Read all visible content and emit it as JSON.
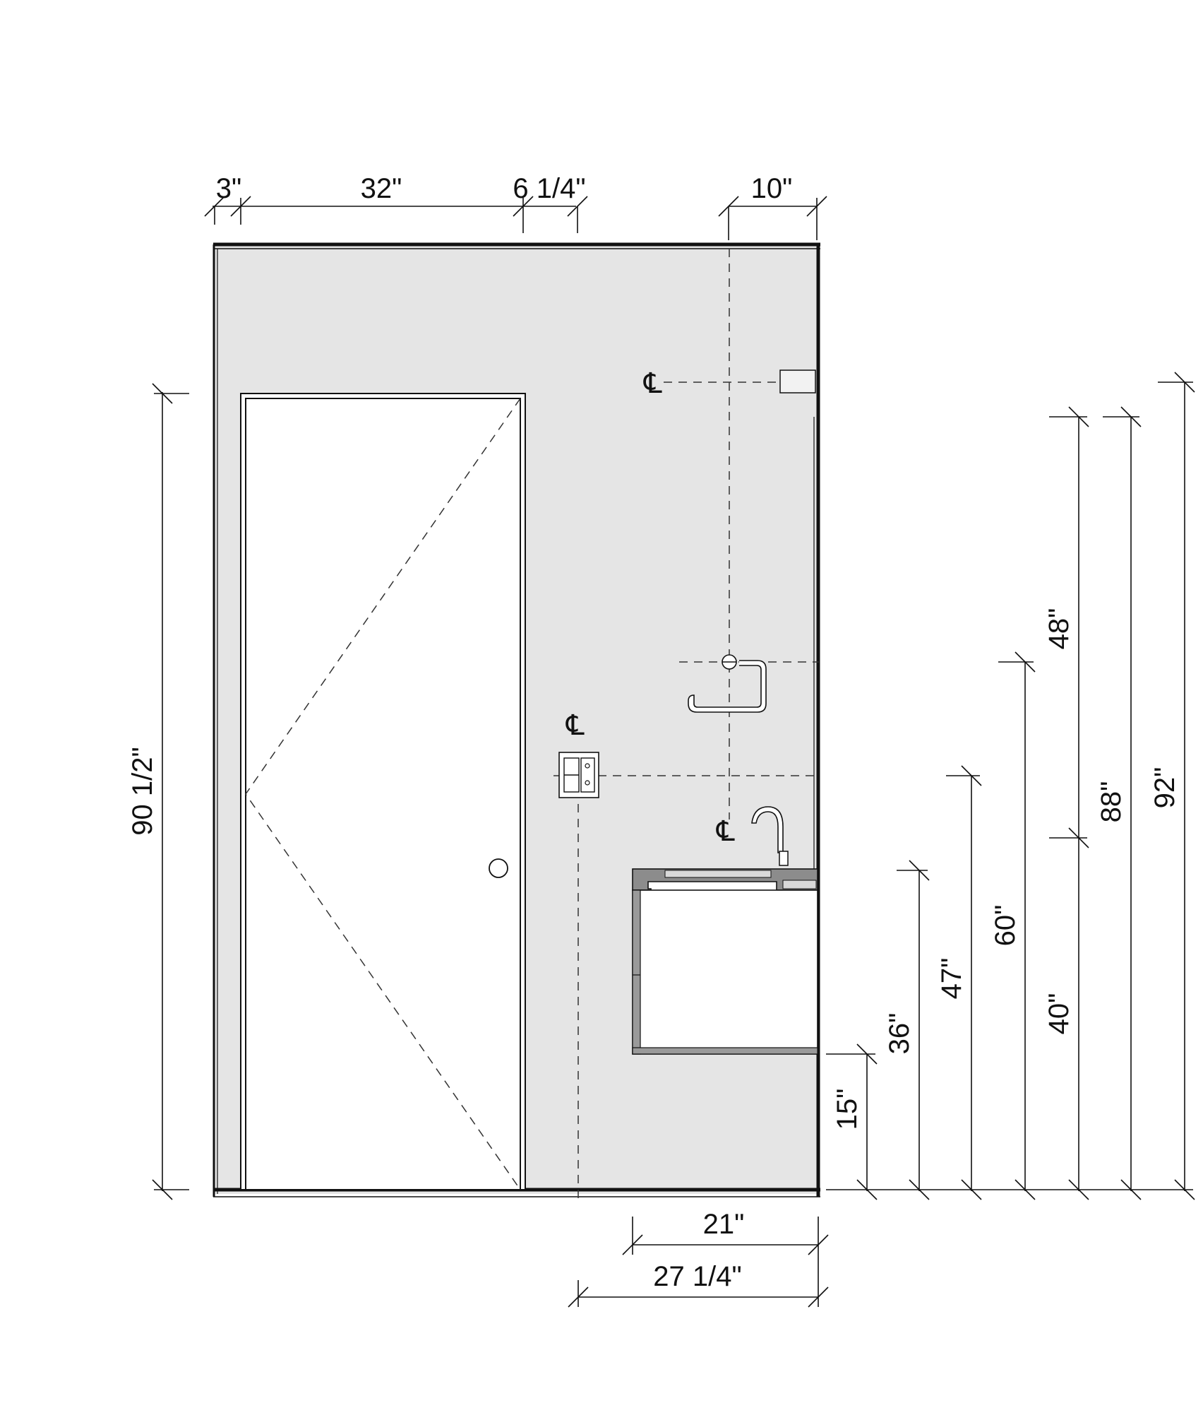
{
  "elevation": {
    "colors": {
      "wall_fill": "#e5e5e5",
      "line": "#111111",
      "counter": "#8c8c8c",
      "door_fill": "#ffffff"
    },
    "centerline_symbol": "CL",
    "dimensions": {
      "top": [
        {
          "id": "door-offset",
          "label": "3\""
        },
        {
          "id": "door-width",
          "label": "32\""
        },
        {
          "id": "door-to-outlet",
          "label": "6 1/4\""
        },
        {
          "id": "wall-to-mirror-cl",
          "label": "10\""
        }
      ],
      "bottom": [
        {
          "id": "counter-depth",
          "label": "21\""
        },
        {
          "id": "outlet-to-wall",
          "label": "27 1/4\""
        }
      ],
      "door_height": {
        "id": "door-height",
        "label": "90 1/2\""
      },
      "vertical": [
        {
          "id": "vanity-bottom",
          "label": "15\""
        },
        {
          "id": "counter-height",
          "label": "36\""
        },
        {
          "id": "outlet-height",
          "label": "47\""
        },
        {
          "id": "towel-ring-height",
          "label": "60\""
        },
        {
          "id": "faucet-height",
          "label": "40\""
        },
        {
          "id": "faucet-to-light",
          "label": "48\""
        },
        {
          "id": "light-height",
          "label": "88\""
        },
        {
          "id": "total-height",
          "label": "92\""
        }
      ]
    },
    "fixtures": [
      "door",
      "door-knob",
      "duplex-outlet",
      "towel-ring",
      "faucet",
      "sink",
      "vanity",
      "wall-light"
    ]
  }
}
